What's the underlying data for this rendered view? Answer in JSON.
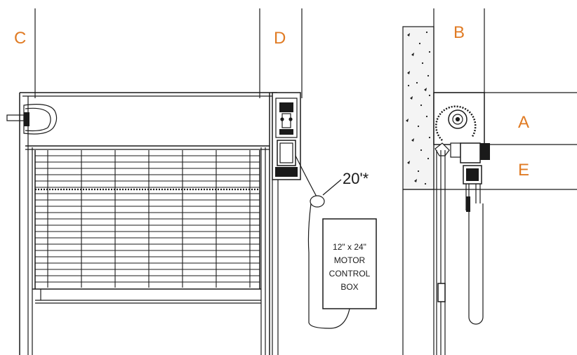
{
  "colors": {
    "label": "#e07b24",
    "line": "#1a1a1a",
    "concrete": "#f4f4f4"
  },
  "labels": {
    "c": "C",
    "d": "D",
    "b": "B",
    "a": "A",
    "e": "E"
  },
  "callout": "20'*",
  "control_box": {
    "line1": "12\" x 24\"",
    "line2": "MOTOR",
    "line3": "CONTROL",
    "line4": "BOX"
  }
}
